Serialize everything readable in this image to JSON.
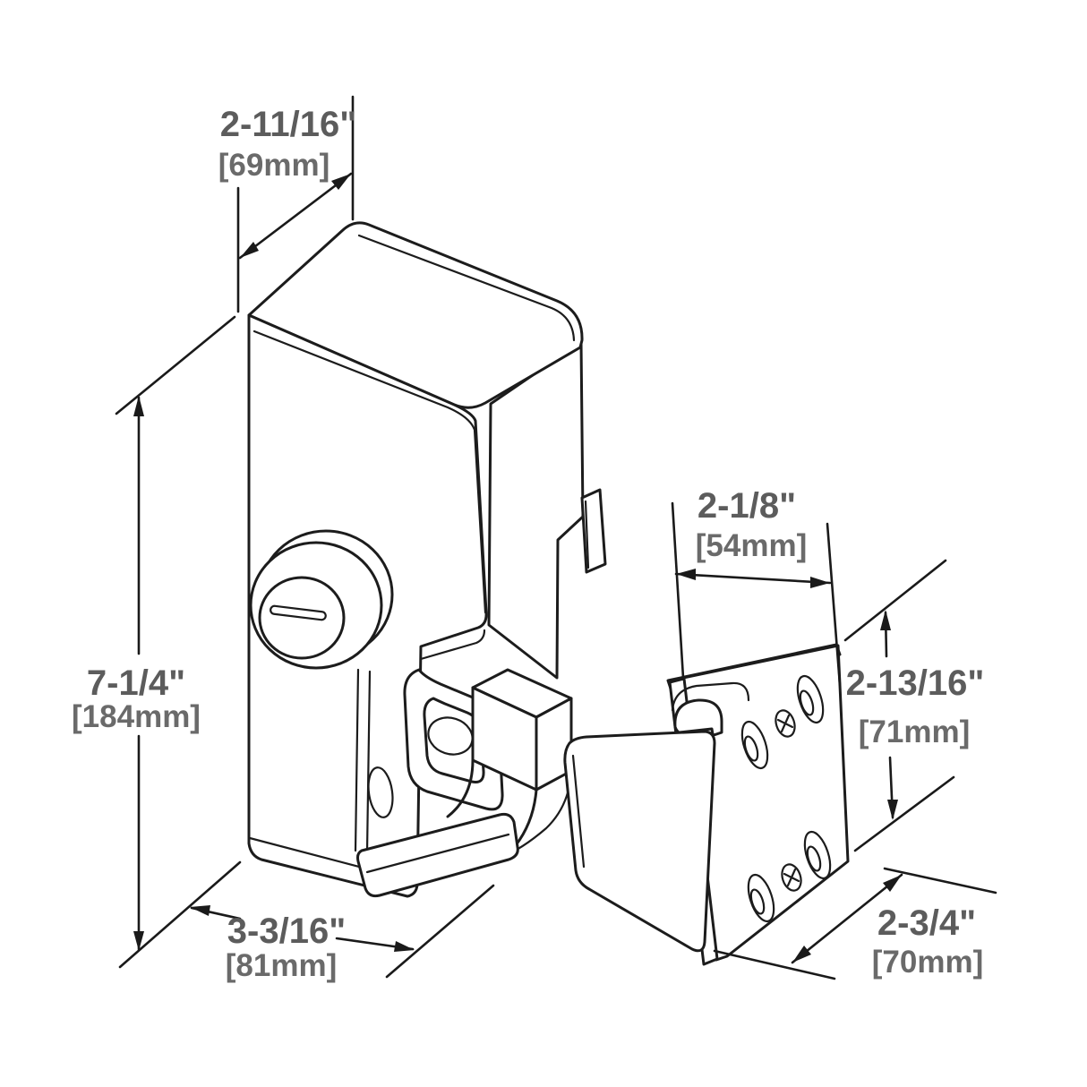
{
  "drawing": {
    "background_color": "#ffffff",
    "line_color": "#1c1c1c",
    "label_color": "#5c5c5c",
    "components": [
      "gate-lock-body",
      "keeper-bracket"
    ]
  },
  "dimensions": {
    "body_depth": {
      "inch": "2-11/16\"",
      "mm": "[69mm]"
    },
    "body_height": {
      "inch": "7-1/4\"",
      "mm": "[184mm]"
    },
    "body_width": {
      "inch": "3-3/16\"",
      "mm": "[81mm]"
    },
    "bracket_width": {
      "inch": "2-1/8\"",
      "mm": "[54mm]"
    },
    "bracket_height": {
      "inch": "2-13/16\"",
      "mm": "[71mm]"
    },
    "bracket_depth": {
      "inch": "2-3/4\"",
      "mm": "[70mm]"
    }
  }
}
